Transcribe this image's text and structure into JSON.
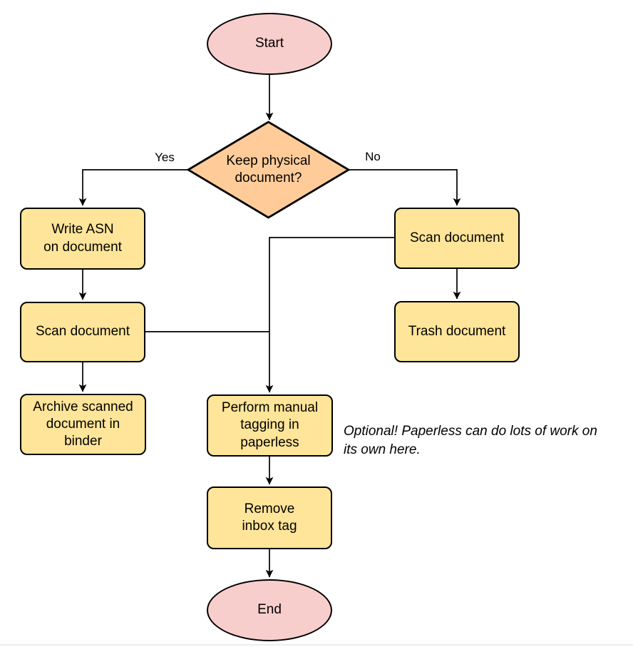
{
  "diagram": {
    "type": "flowchart",
    "colors": {
      "terminal_fill": "#f8cecc",
      "decision_fill": "#ffcc99",
      "process_fill": "#ffe599",
      "stroke": "#000000",
      "text": "#000000"
    },
    "nodes": {
      "start": {
        "shape": "ellipse",
        "label": "Start"
      },
      "decision": {
        "shape": "diamond",
        "label": "Keep physical\ndocument?"
      },
      "write_asn": {
        "shape": "process",
        "label": "Write ASN\non document"
      },
      "scan_left": {
        "shape": "process",
        "label": "Scan document"
      },
      "archive": {
        "shape": "process",
        "label": "Archive scanned\ndocument in\nbinder"
      },
      "scan_right": {
        "shape": "process",
        "label": "Scan document"
      },
      "trash": {
        "shape": "process",
        "label": "Trash document"
      },
      "tagging": {
        "shape": "process",
        "label": "Perform manual\ntagging in\npaperless"
      },
      "remove_inbox": {
        "shape": "process",
        "label": "Remove\ninbox tag"
      },
      "end": {
        "shape": "ellipse",
        "label": "End"
      }
    },
    "edge_labels": {
      "yes": "Yes",
      "no": "No"
    },
    "note": "Optional! Paperless can do lots of work on\nits own here."
  }
}
